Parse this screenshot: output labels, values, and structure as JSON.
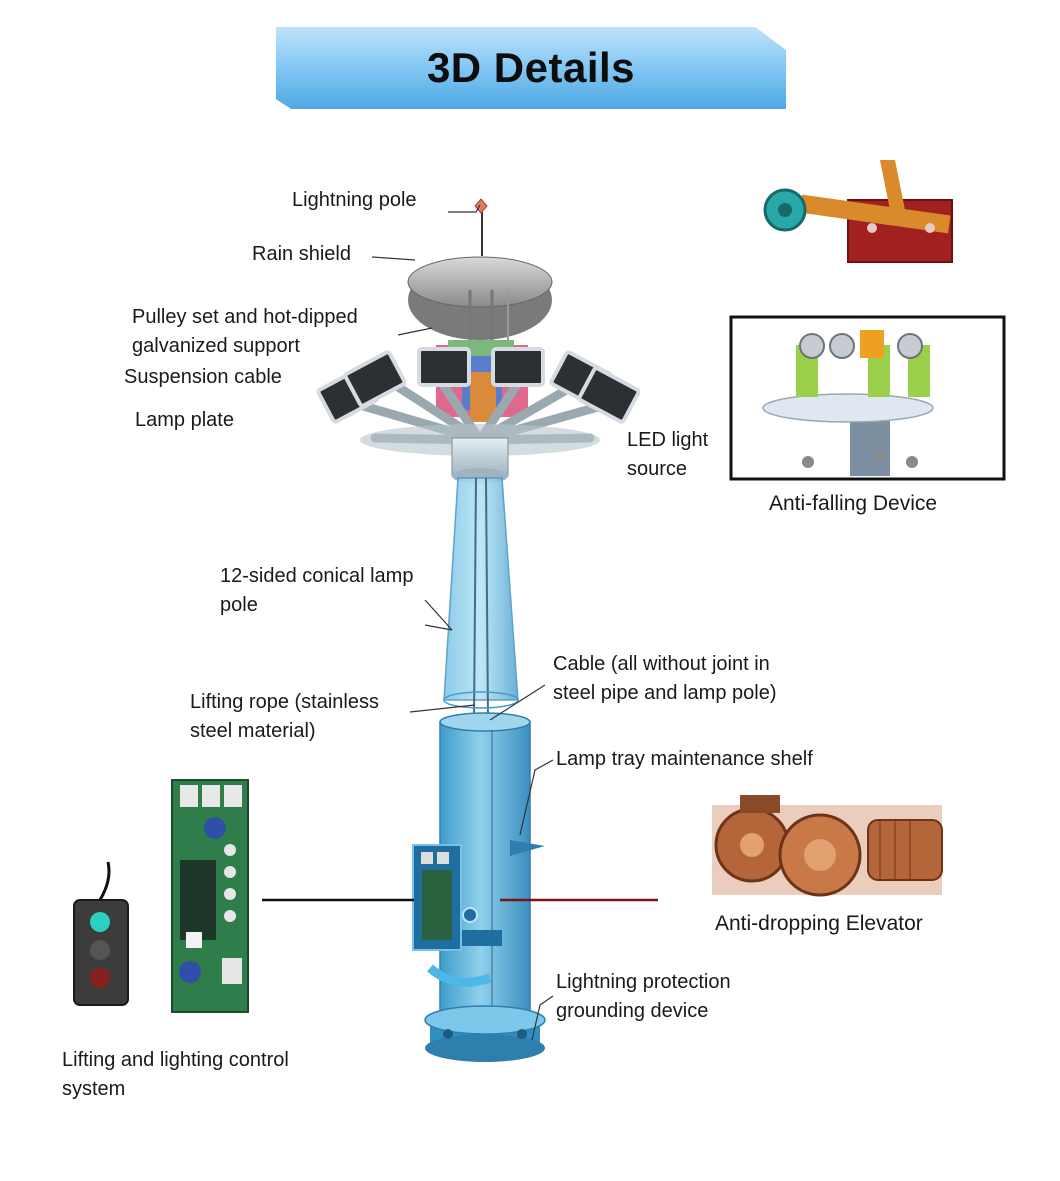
{
  "header": {
    "title": "3D Details"
  },
  "labels": {
    "lightning_pole": "Lightning pole",
    "rain_shield": "Rain shield",
    "pulley_set": [
      "Pulley set and hot-dipped",
      "galvanized support"
    ],
    "suspension_cable": "Suspension cable",
    "lamp_plate": "Lamp plate",
    "led_light_source": [
      "LED light",
      "source"
    ],
    "conical_pole": [
      "12-sided conical lamp",
      "pole"
    ],
    "lifting_rope": [
      "Lifting rope (stainless",
      "steel material)"
    ],
    "cable": [
      "Cable (all without joint in",
      "steel pipe and lamp pole)"
    ],
    "maintenance_shelf": "Lamp tray maintenance shelf",
    "grounding_device": [
      "Lightning protection",
      "grounding device"
    ],
    "control_system": [
      "Lifting and lighting control",
      "system"
    ]
  },
  "captions": {
    "anti_falling": "Anti-falling Device",
    "anti_dropping": "Anti-dropping Elevator"
  },
  "colors": {
    "pole_blue": "#5fb6dc",
    "banner_blue": "#6bbcf0",
    "circuit_green": "#2e7d4a",
    "elevator_copper": "#b5653a",
    "device_red": "#a32020"
  }
}
